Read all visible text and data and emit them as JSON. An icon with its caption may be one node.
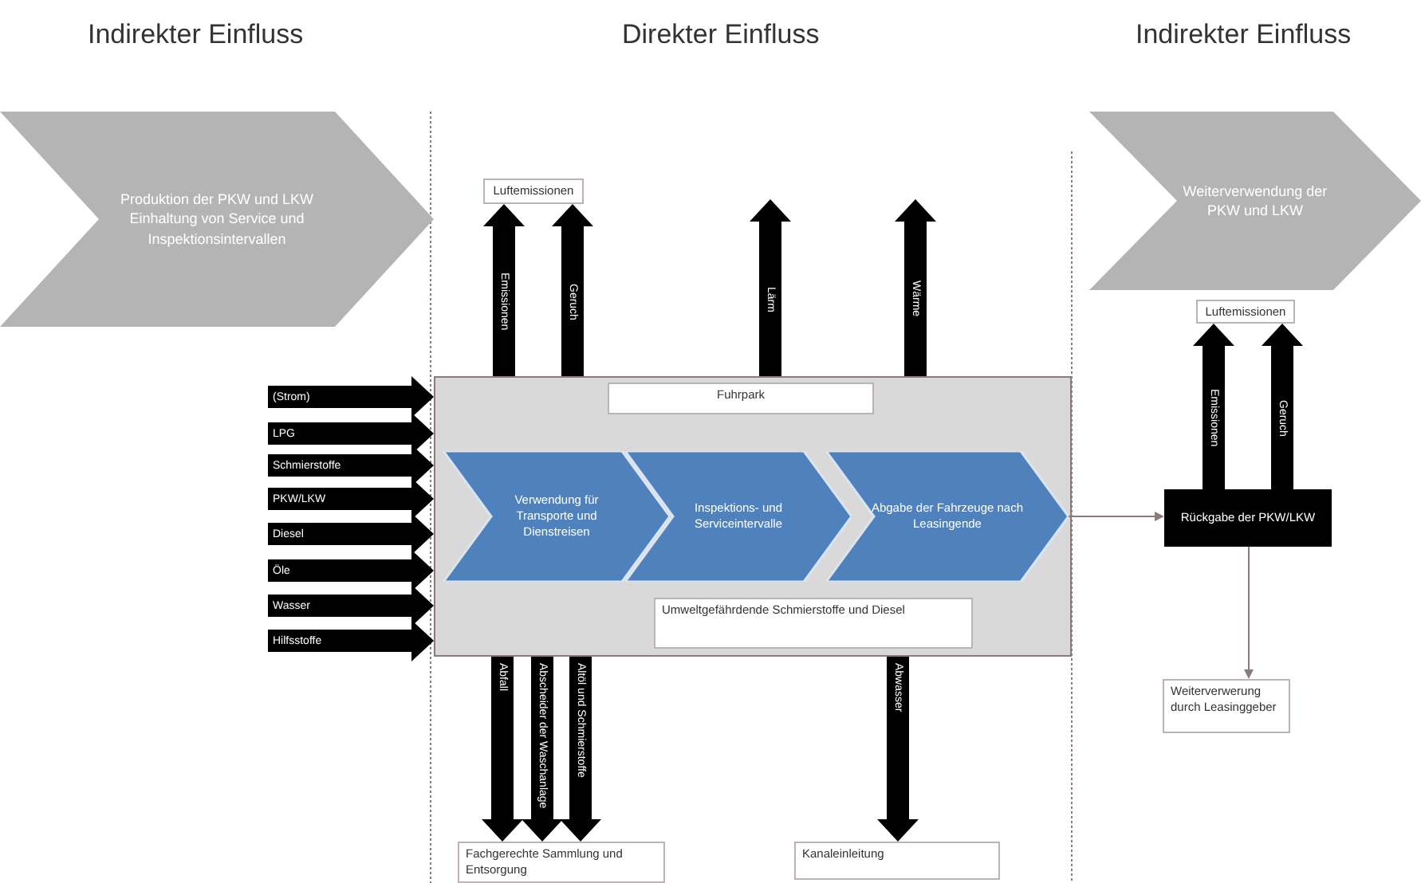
{
  "diagram": {
    "nodes": [
      {
        "text": [
          "Produktion der PKW und LKW",
          "Einhaltung von Service und Inspektionsintervallen"
        ]
      },
      {
        "text": [
          "Weiterverwendung der PKW und LKW"
        ]
      },
      {
        "text": [
          "Luftemissionen"
        ]
      },
      {
        "text": [],
        "shape": "box"
      },
      {
        "text": [
          "Fuhrpark"
        ],
        "in": 3
      },
      {
        "text": [
          "Verwendung für Transporte und Dienstreisen"
        ],
        "in": 3
      },
      {
        "text": [
          "Inspektions- und Serviceintervalle"
        ],
        "in": 3
      },
      {
        "text": [
          "Abgabe der Fahrzeuge nach Leasingende"
        ],
        "in": 3
      },
      {
        "text": [
          "Umweltgefährdende Schmierstoffe und Diesel"
        ],
        "in": 3
      },
      {
        "text": [
          "Luftemissionen"
        ]
      },
      {
        "text": [
          "Rückgabe der PKW/LKW"
        ]
      },
      {
        "text": [
          "Weiterverwerung durch Leasinggeber"
        ]
      },
      {
        "text": [
          "Fachgerechte Sammlung und Entsorgung"
        ]
      },
      {
        "text": [
          "Kanaleinleitung"
        ]
      }
    ],
    "edges": [
      {
        "from": null,
        "to": 3,
        "arrow": "to",
        "label": "(Strom)"
      },
      {
        "from": null,
        "to": 3,
        "arrow": "to",
        "label": "LPG"
      },
      {
        "from": null,
        "to": 3,
        "arrow": "to",
        "label": "Schmierstoffe"
      },
      {
        "from": null,
        "to": 3,
        "arrow": "to",
        "label": "PKW/LKW"
      },
      {
        "from": null,
        "to": 3,
        "arrow": "to",
        "label": "Diesel"
      },
      {
        "from": null,
        "to": 3,
        "arrow": "to",
        "label": "Öle"
      },
      {
        "from": null,
        "to": 3,
        "arrow": "to",
        "label": "Wasser"
      },
      {
        "from": null,
        "to": 3,
        "arrow": "to",
        "label": "Hilfsstoffe"
      },
      {
        "from": 3,
        "to": 2,
        "arrow": "to",
        "label": "Emissionen"
      },
      {
        "from": 3,
        "to": 2,
        "arrow": "to",
        "label": "Geruch"
      },
      {
        "from": 3,
        "to": null,
        "arrow": "to",
        "label": "Lärm"
      },
      {
        "from": 3,
        "to": null,
        "arrow": "to",
        "label": "Wärme"
      },
      {
        "from": 3,
        "to": 12,
        "arrow": "to",
        "label": "Abfall"
      },
      {
        "from": 3,
        "to": 12,
        "arrow": "to",
        "label": "Abscheider der Waschanlage"
      },
      {
        "from": 3,
        "to": 12,
        "arrow": "to",
        "label": "Altöl und Schmierstoffe"
      },
      {
        "from": 3,
        "to": 13,
        "arrow": "to",
        "label": "Abwasser"
      },
      {
        "from": 7,
        "to": 10,
        "arrow": "to",
        "color": "#8c7b7b"
      },
      {
        "from": 10,
        "to": 9,
        "arrow": "to",
        "label": "Emissionen"
      },
      {
        "from": 10,
        "to": 9,
        "arrow": "to",
        "label": "Geruch"
      },
      {
        "from": 10,
        "to": 11,
        "arrow": "to",
        "color": "#8c7b7b"
      }
    ],
    "labels": [
      "Indirekter Einfluss",
      "Direkter Einfluss",
      "Indirekter Einfluss"
    ]
  }
}
